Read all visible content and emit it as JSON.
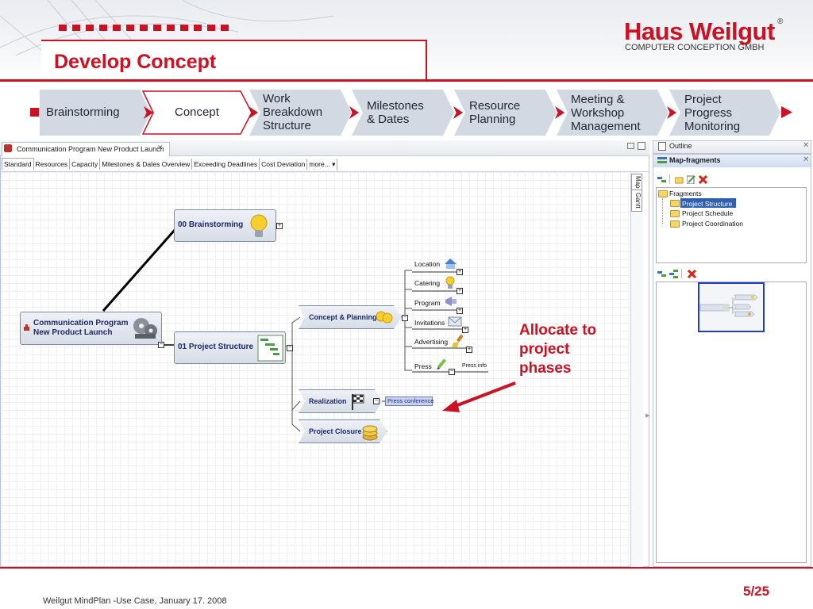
{
  "header": {
    "title": "Develop Concept",
    "logo_main": "Haus Weilgut",
    "logo_reg": "®",
    "logo_sub": "COMPUTER CONCEPTION  GMBH"
  },
  "process_steps": [
    {
      "label": "Brainstorming"
    },
    {
      "label": "Concept",
      "active": true
    },
    {
      "label": "Work\nBreakdown\nStructure"
    },
    {
      "label": "Milestones\n& Dates"
    },
    {
      "label": "Resource\nPlanning"
    },
    {
      "label": "Meeting &\nWorkshop\nManagement"
    },
    {
      "label": "Project\nProgress\nMonitoring"
    }
  ],
  "editor": {
    "tab_title": "Communication Program New Product Launch",
    "tab_close": "✕",
    "view_tabs": [
      "Standard",
      "Resources",
      "Capacity",
      "Milestones & Dates Overview",
      "Exceeding Deadlines",
      "Cost Deviation",
      "more... ▾"
    ],
    "side_tabs": [
      "Map",
      "Gantt"
    ]
  },
  "mindmap": {
    "root": "Communication Program\nNew Product Launch",
    "node_brainstorming": "00 Brainstorming",
    "node_structure": "01 Project Structure",
    "concept_planning": "Concept & Planning",
    "realization": "Realization",
    "project_closure": "Project Closure",
    "leaves": [
      "Location",
      "Catering",
      "Program",
      "Invitations",
      "Advertising",
      "Press"
    ],
    "press_info": "Press info",
    "press_conference": "Press conference",
    "expand_plus": "+",
    "collapse_minus": "−"
  },
  "right_panel": {
    "outline_title": "Outline",
    "fragments_title": "Map-fragments",
    "close": "✕",
    "tree_root": "Fragments",
    "tree_items": [
      "Project Structure",
      "Project Schedule",
      "Project Coordination"
    ]
  },
  "annotation": "Allocate to\nproject\nphases",
  "footer": {
    "text": "Weilgut MindPlan -Use Case, January 17. 2008",
    "page": "5/25"
  },
  "colors": {
    "brand_red": "#cc1123",
    "chevron_gray": "#d3d9e2",
    "node_text": "#1a2a66"
  }
}
